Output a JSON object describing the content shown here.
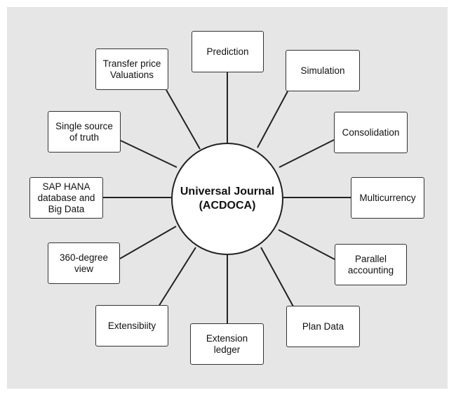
{
  "hub": {
    "label": "Universal Journal\n(ACDOCA)"
  },
  "nodes": [
    {
      "id": "prediction",
      "label": "Prediction"
    },
    {
      "id": "simulation",
      "label": "Simulation"
    },
    {
      "id": "consolidation",
      "label": "Consolidation"
    },
    {
      "id": "multicurrency",
      "label": "Multicurrency"
    },
    {
      "id": "parallel-accounting",
      "label": "Parallel\naccounting"
    },
    {
      "id": "plan-data",
      "label": "Plan Data"
    },
    {
      "id": "extension-ledger",
      "label": "Extension\nledger"
    },
    {
      "id": "extensibility",
      "label": "Extensibiity"
    },
    {
      "id": "360-degree-view",
      "label": "360-degree\nview"
    },
    {
      "id": "sap-hana-big-data",
      "label": "SAP HANA\ndatabase and\nBig Data"
    },
    {
      "id": "single-source-of-truth",
      "label": "Single source\nof truth"
    },
    {
      "id": "transfer-price-valuations",
      "label": "Transfer price\nValuations"
    }
  ],
  "colors": {
    "background_panel": "#e6e6e6",
    "box_border": "#333333",
    "connector": "#222222"
  }
}
